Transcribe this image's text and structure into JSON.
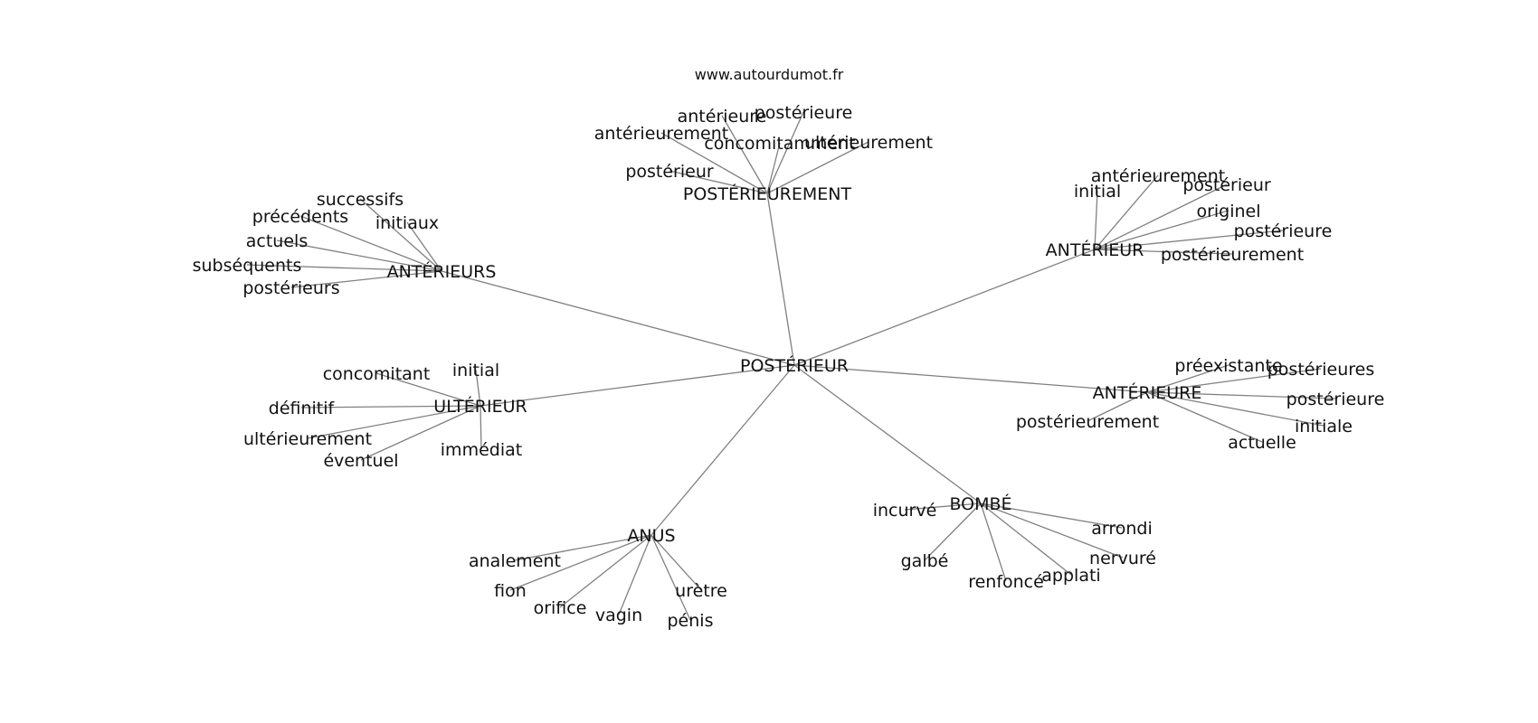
{
  "site_label": "www.autourdumot.fr",
  "center": "POSTÉRIEUR",
  "clusters": [
    {
      "hub": "POSTÉRIEUREMENT",
      "leaves": [
        "antérieure",
        "postérieure",
        "antérieurement",
        "concomitamment",
        "ultérieurement",
        "postérieur"
      ]
    },
    {
      "hub": "ANTÉRIEURS",
      "leaves": [
        "successifs",
        "précédents",
        "initiaux",
        "actuels",
        "subséquents",
        "postérieurs"
      ]
    },
    {
      "hub": "ANTÉRIEUR",
      "leaves": [
        "antérieurement",
        "initial",
        "postérieur",
        "originel",
        "postérieure",
        "postérieurement"
      ]
    },
    {
      "hub": "ULTÉRIEUR",
      "leaves": [
        "concomitant",
        "initial",
        "définitif",
        "ultérieurement",
        "éventuel",
        "immédiat"
      ]
    },
    {
      "hub": "ANTÉRIEURE",
      "leaves": [
        "préexistante",
        "postérieures",
        "postérieure",
        "postérieurement",
        "initiale",
        "actuelle"
      ]
    },
    {
      "hub": "BOMBÉ",
      "leaves": [
        "incurvé",
        "arrondi",
        "galbé",
        "nervuré",
        "renfoncé",
        "applati"
      ]
    },
    {
      "hub": "ANUS",
      "leaves": [
        "analement",
        "fion",
        "orifice",
        "vagin",
        "urètre",
        "pénis"
      ]
    }
  ]
}
